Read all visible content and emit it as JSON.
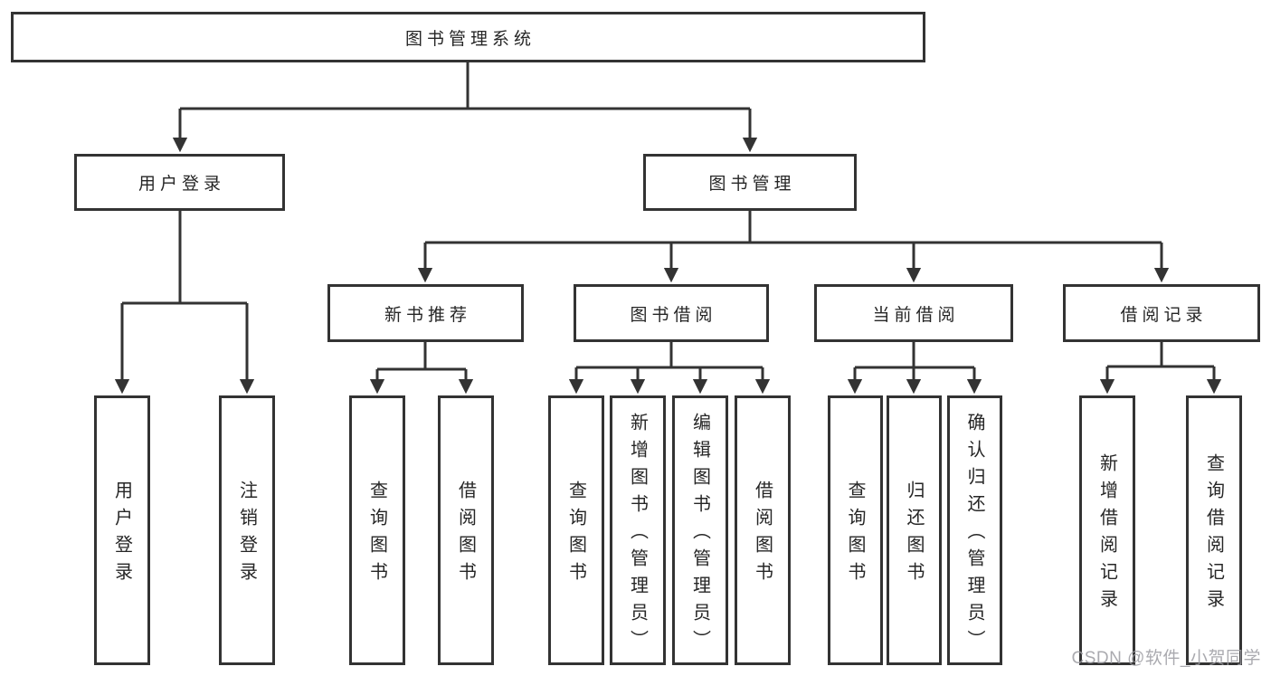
{
  "nodes": {
    "root": {
      "label": "图书管理系统"
    },
    "user_login": {
      "label": "用户登录"
    },
    "book_management": {
      "label": "图书管理"
    },
    "new_book_recommend": {
      "label": "新书推荐"
    },
    "book_borrowing": {
      "label": "图书借阅"
    },
    "current_borrowing": {
      "label": "当前借阅"
    },
    "borrowing_records": {
      "label": "借阅记录"
    },
    "leaf_user_login": {
      "label": "用户登录"
    },
    "leaf_logout": {
      "label": "注销登录"
    },
    "leaf_nb_query_books": {
      "label": "查询图书"
    },
    "leaf_nb_borrow_books": {
      "label": "借阅图书"
    },
    "leaf_bb_query_books": {
      "label": "查询图书"
    },
    "leaf_bb_add_books_admin": {
      "label": "新增图书（管理员）"
    },
    "leaf_bb_edit_books_admin": {
      "label": "编辑图书（管理员）"
    },
    "leaf_bb_borrow_books": {
      "label": "借阅图书"
    },
    "leaf_cb_query_books": {
      "label": "查询图书"
    },
    "leaf_cb_return_books": {
      "label": "归还图书"
    },
    "leaf_cb_confirm_return_admin": {
      "label": "确认归还（管理员）"
    },
    "leaf_br_add_record": {
      "label": "新增借阅记录"
    },
    "leaf_br_query_record": {
      "label": "查询借阅记录"
    }
  },
  "edges": [
    [
      "图书管理系统",
      "用户登录"
    ],
    [
      "图书管理系统",
      "图书管理"
    ],
    [
      "用户登录",
      "用户登录"
    ],
    [
      "用户登录",
      "注销登录"
    ],
    [
      "图书管理",
      "新书推荐"
    ],
    [
      "图书管理",
      "图书借阅"
    ],
    [
      "图书管理",
      "当前借阅"
    ],
    [
      "图书管理",
      "借阅记录"
    ],
    [
      "新书推荐",
      "查询图书"
    ],
    [
      "新书推荐",
      "借阅图书"
    ],
    [
      "图书借阅",
      "查询图书"
    ],
    [
      "图书借阅",
      "新增图书（管理员）"
    ],
    [
      "图书借阅",
      "编辑图书（管理员）"
    ],
    [
      "图书借阅",
      "借阅图书"
    ],
    [
      "当前借阅",
      "查询图书"
    ],
    [
      "当前借阅",
      "归还图书"
    ],
    [
      "当前借阅",
      "确认归还（管理员）"
    ],
    [
      "借阅记录",
      "新增借阅记录"
    ],
    [
      "借阅记录",
      "查询借阅记录"
    ]
  ],
  "watermark": {
    "text": "CSDN @软件_小贺同学"
  },
  "colors": {
    "line": "#333333",
    "box_border": "#333333",
    "text": "#262626",
    "watermark": "#9c9ca2",
    "background": "#ffffff"
  }
}
